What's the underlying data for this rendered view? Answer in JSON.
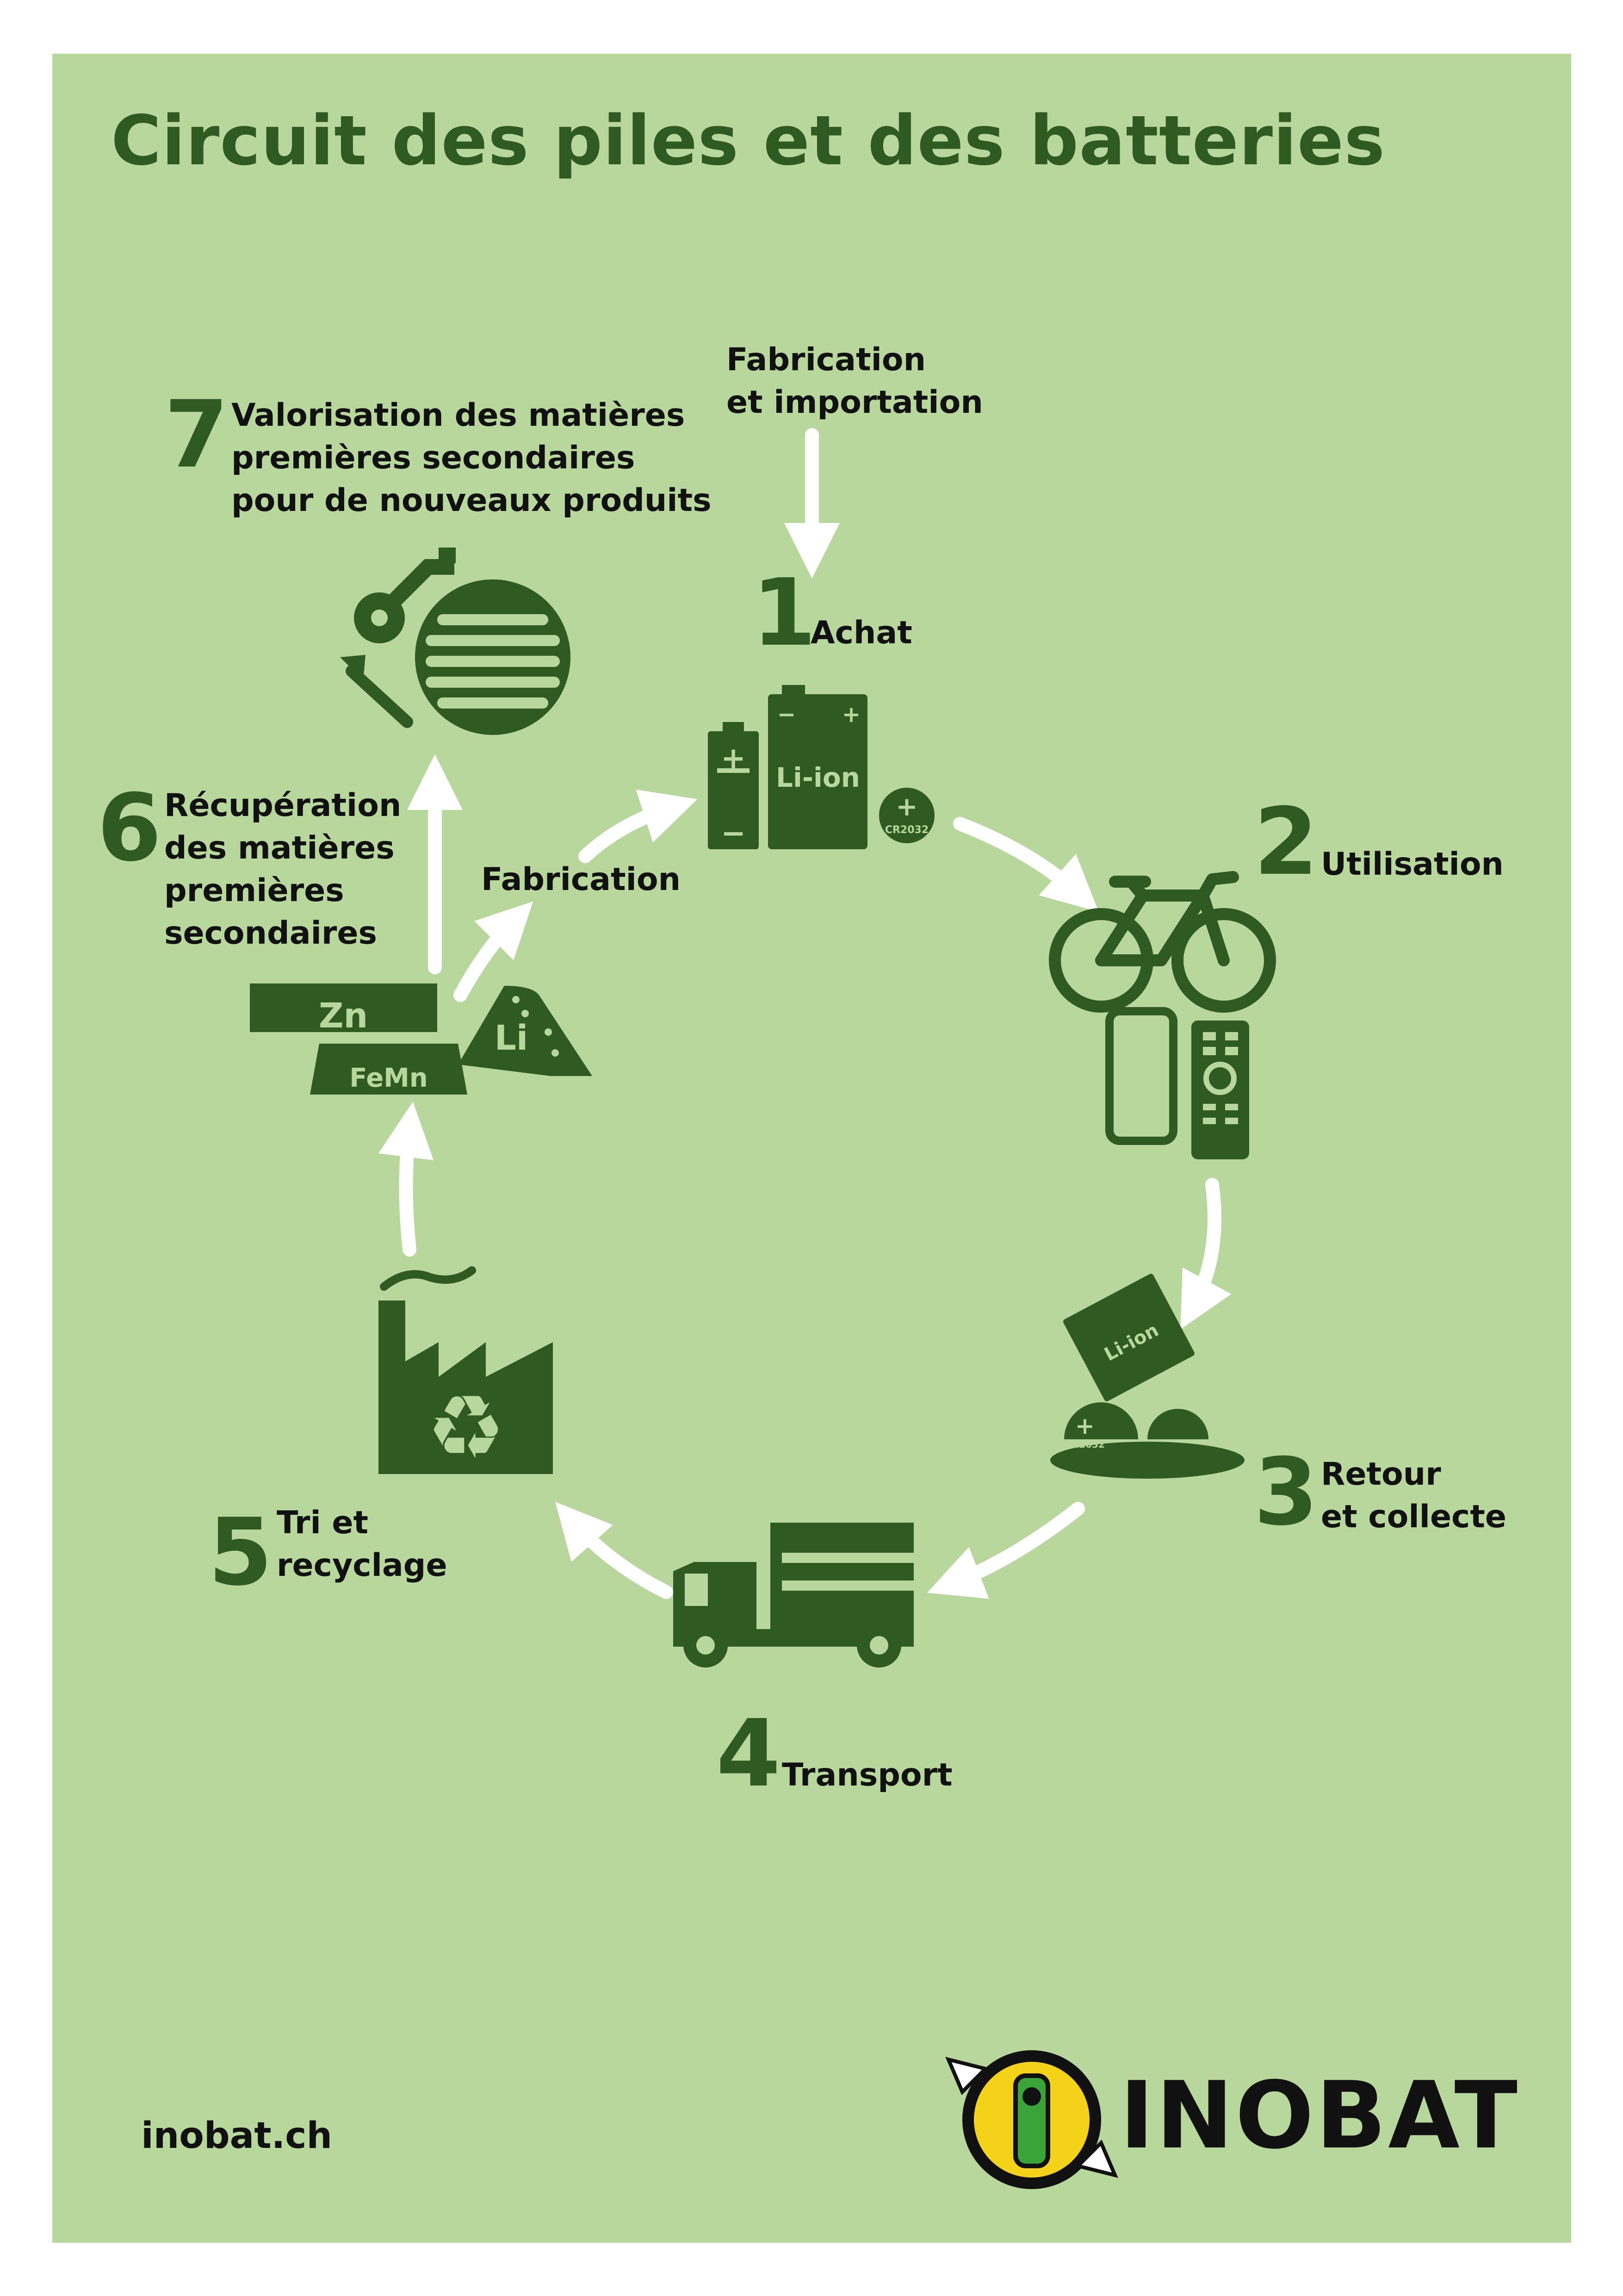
{
  "title": "Circuit des piles et des batteries",
  "steps": [
    {
      "num": "1",
      "label": "Achat"
    },
    {
      "num": "2",
      "label": "Utilisation"
    },
    {
      "num": "3",
      "label_l1": "Retour",
      "label_l2": "et collecte"
    },
    {
      "num": "4",
      "label": "Transport"
    },
    {
      "num": "5",
      "label_l1": "Tri et",
      "label_l2": "recyclage"
    },
    {
      "num": "6",
      "label_l1": "Récupération",
      "label_l2": "des matières",
      "label_l3": "premières",
      "label_l4": "secondaires"
    },
    {
      "num": "7",
      "label_l1": "Valorisation des matières",
      "label_l2": "premières secondaires",
      "label_l3": "pour de nouveaux produits"
    }
  ],
  "inputs": {
    "fabrication_import_l1": "Fabrication",
    "fabrication_import_l2": "et importation",
    "fabrication": "Fabrication"
  },
  "icon_text": {
    "liion": "Li-ion",
    "cr2032": "CR2032",
    "zn": "Zn",
    "femn": "FeMn",
    "li": "Li"
  },
  "footer": {
    "url": "inobat.ch",
    "brand": "INOBAT"
  },
  "colors": {
    "background": "#b8d79c",
    "icon": "#2f5a22",
    "arrow": "#ffffff",
    "logo_yellow": "#f5d21a"
  }
}
